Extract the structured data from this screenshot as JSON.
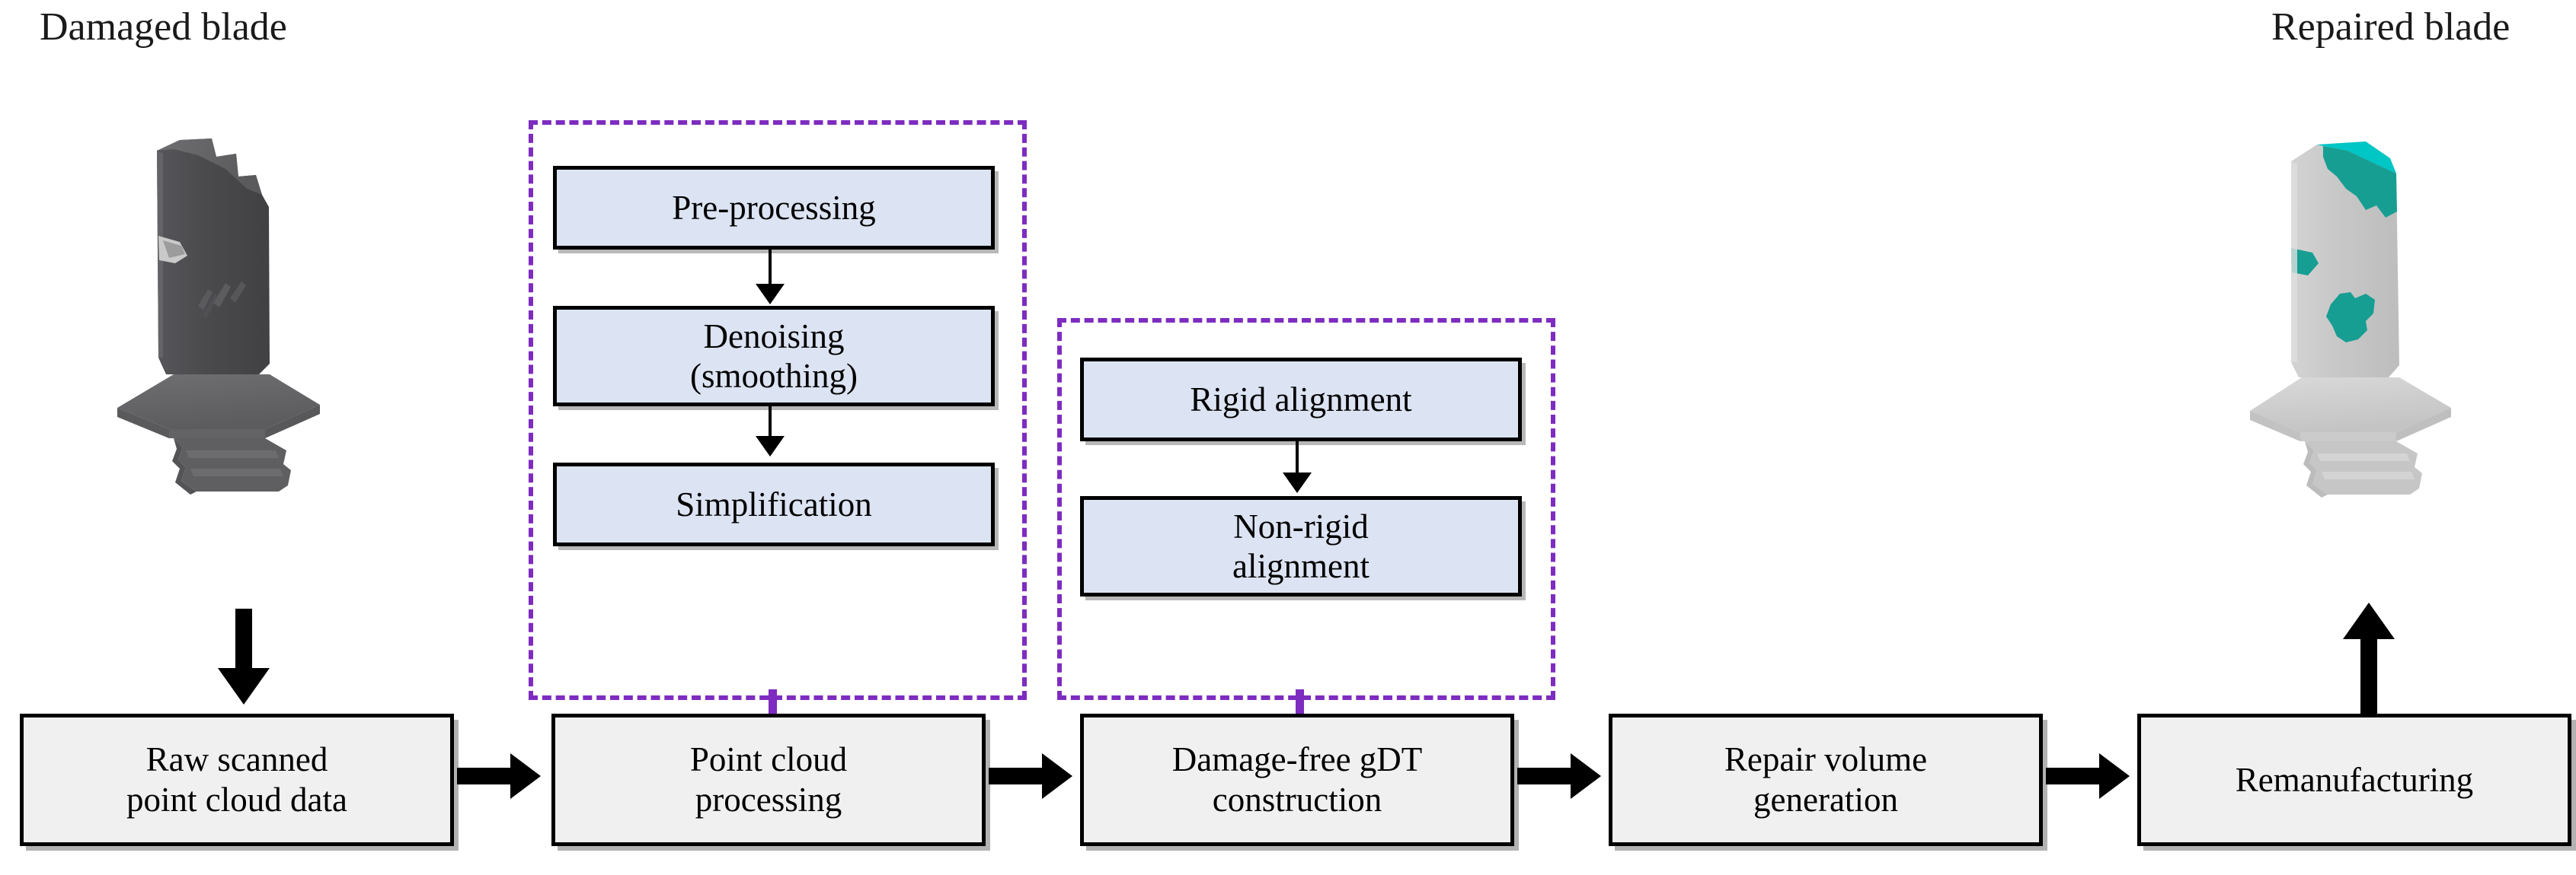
{
  "figure": {
    "type": "process-flow-diagram",
    "domain": "turbine blade repair / geometric digital twin workflow"
  },
  "labels": {
    "damaged_blade": "Damaged blade",
    "repaired_blade": "Repaired blade"
  },
  "colors": {
    "group_frame": "#7e2cc0",
    "substep_fill": "#dce3f2",
    "process_fill": "#f0f0f0",
    "outline": "#000000",
    "damaged_blade_body": "#4a4a4d",
    "damaged_blade_root": "#6e6e70",
    "repaired_blade_body": "#c8c8c8",
    "repair_patch": "#179e93",
    "repair_patch_light": "#00c6c6"
  },
  "main_flow": {
    "steps": [
      {
        "id": "raw-scan",
        "label": "Raw scanned\npoint cloud data",
        "line1": "Raw scanned",
        "line2": "point cloud data"
      },
      {
        "id": "pc-processing",
        "label": "Point cloud\nprocessing",
        "line1": "Point cloud",
        "line2": "processing"
      },
      {
        "id": "gdt",
        "label": "Damage-free gDT\nconstruction",
        "line1": "Damage-free gDT",
        "line2": "construction"
      },
      {
        "id": "repair-volume",
        "label": "Repair volume\ngeneration",
        "line1": "Repair volume",
        "line2": "generation"
      },
      {
        "id": "remanufacture",
        "label": "Remanufacturing",
        "line1": "Remanufacturing",
        "line2": ""
      }
    ]
  },
  "groups": [
    {
      "id": "point-cloud-processing-group",
      "parent_step": "pc-processing",
      "substeps": [
        {
          "id": "pre-processing",
          "line1": "Pre-processing",
          "line2": ""
        },
        {
          "id": "denoising",
          "line1": "Denoising",
          "line2": "(smoothing)"
        },
        {
          "id": "simplification",
          "line1": "Simplification",
          "line2": ""
        }
      ]
    },
    {
      "id": "gdt-construction-group",
      "parent_step": "gdt",
      "substeps": [
        {
          "id": "rigid-alignment",
          "line1": "Rigid alignment",
          "line2": ""
        },
        {
          "id": "non-rigid-alignment",
          "line1": "Non-rigid",
          "line2": "alignment"
        }
      ]
    }
  ],
  "arrows": {
    "damaged_blade_to_raw_scan": "down",
    "raw_to_processing": "right",
    "processing_to_gdt": "right",
    "gdt_to_repair_volume": "right",
    "repair_volume_to_remanufacturing": "right",
    "remanufacturing_to_repaired_blade": "up"
  }
}
